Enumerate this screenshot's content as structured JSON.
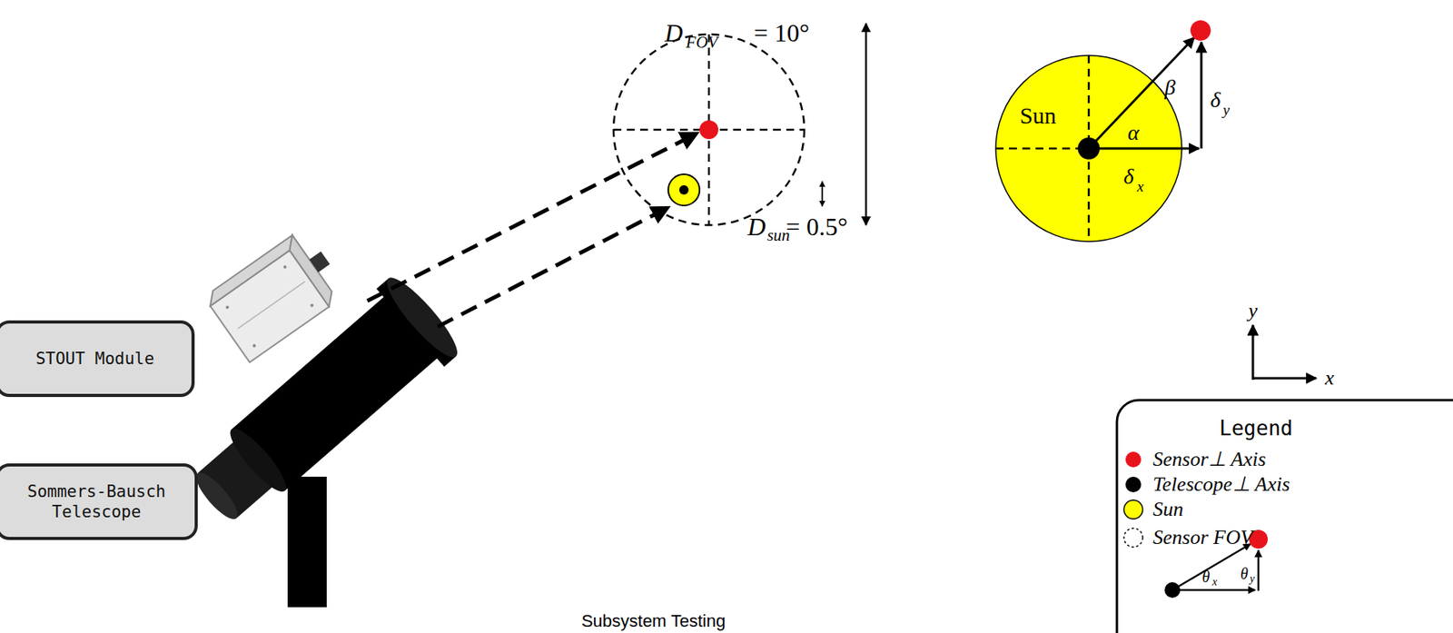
{
  "diagram": {
    "caption": "Subsystem Testing",
    "nodes": [
      {
        "text": [
          "STOUT Module"
        ]
      },
      {
        "text": [
          "Sommers-Bausch Telescope"
        ]
      }
    ],
    "labels": [
      "D",
      "FOV",
      "= 10°",
      "D",
      "sun",
      "= 0.5°",
      "Sun",
      "β",
      "δ",
      "y",
      "α",
      "δ",
      "x",
      "y",
      "x",
      "Legend",
      "θ",
      "x",
      "θ",
      "y"
    ],
    "legend": [
      {
        "text": "Sensor⊥ Axis",
        "color": "#e8141b"
      },
      {
        "text": "Telescope⊥ Axis",
        "color": "#000000"
      },
      {
        "text": "Sun",
        "color": "#ffff00"
      },
      {
        "text": "Sensor FOV"
      }
    ]
  }
}
